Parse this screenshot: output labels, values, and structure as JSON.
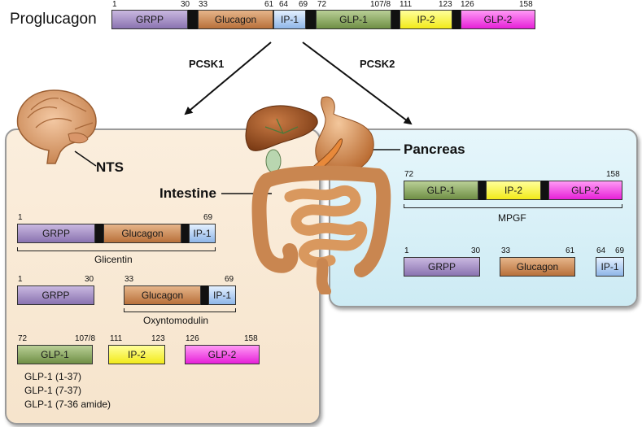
{
  "title": "Proglucagon",
  "enzymes": {
    "left": "PCSK1",
    "right": "PCSK2"
  },
  "organs": {
    "nts": "NTS",
    "intestine": "Intestine",
    "pancreas": "Pancreas"
  },
  "proglucagon_bar": {
    "segments": [
      "GRPP",
      "Glucagon",
      "IP-1",
      "GLP-1",
      "IP-2",
      "GLP-2"
    ],
    "positions": [
      "1",
      "30",
      "33",
      "61",
      "64",
      "69",
      "72",
      "107/8",
      "111",
      "123",
      "126",
      "158"
    ]
  },
  "intestine": {
    "glicentin": {
      "segments": [
        "GRPP",
        "Glucagon",
        "IP-1"
      ],
      "start": "1",
      "end": "69",
      "label": "Glicentin"
    },
    "grpp": {
      "segment": "GRPP",
      "start": "1",
      "end": "30"
    },
    "oxyntomodulin": {
      "segments": [
        "Glucagon",
        "IP-1"
      ],
      "start": "33",
      "end": "69",
      "label": "Oxyntomodulin"
    },
    "glp1": {
      "segment": "GLP-1",
      "start": "72",
      "end": "107/8"
    },
    "ip2": {
      "segment": "IP-2",
      "start": "111",
      "end": "123"
    },
    "glp2": {
      "segment": "GLP-2",
      "start": "126",
      "end": "158"
    },
    "glp1_forms": [
      "GLP-1 (1-37)",
      "GLP-1 (7-37)",
      "GLP-1 (7-36 amide)"
    ]
  },
  "pancreas": {
    "mpgf": {
      "segments": [
        "GLP-1",
        "IP-2",
        "GLP-2"
      ],
      "start": "72",
      "end": "158",
      "label": "MPGF"
    },
    "grpp": {
      "segment": "GRPP",
      "start": "1",
      "end": "30"
    },
    "glucagon": {
      "segment": "Glucagon",
      "start": "33",
      "end": "61"
    },
    "ip1": {
      "segment": "IP-1",
      "start": "64",
      "end": "69"
    }
  }
}
